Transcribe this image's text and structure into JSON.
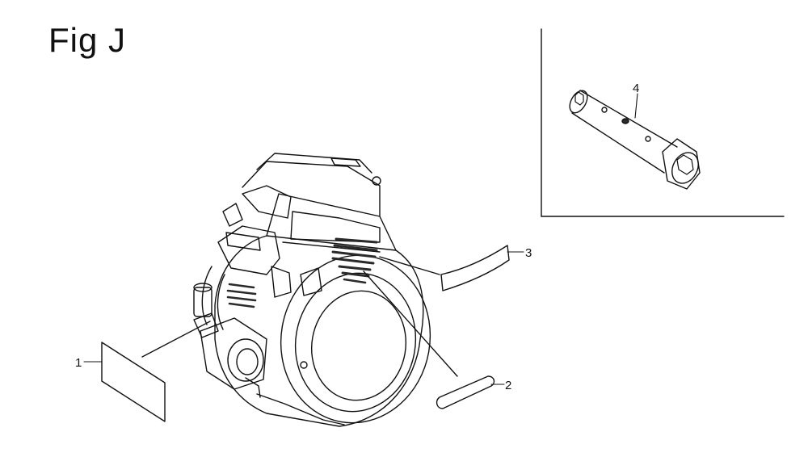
{
  "figure": {
    "title": "Fig J"
  },
  "callouts": [
    {
      "id": "1",
      "label": "1"
    },
    {
      "id": "2",
      "label": "2"
    },
    {
      "id": "3",
      "label": "3"
    },
    {
      "id": "4",
      "label": "4"
    }
  ],
  "colors": {
    "ink": "#111111",
    "background": "#ffffff",
    "shade": "#2a2a2a"
  }
}
